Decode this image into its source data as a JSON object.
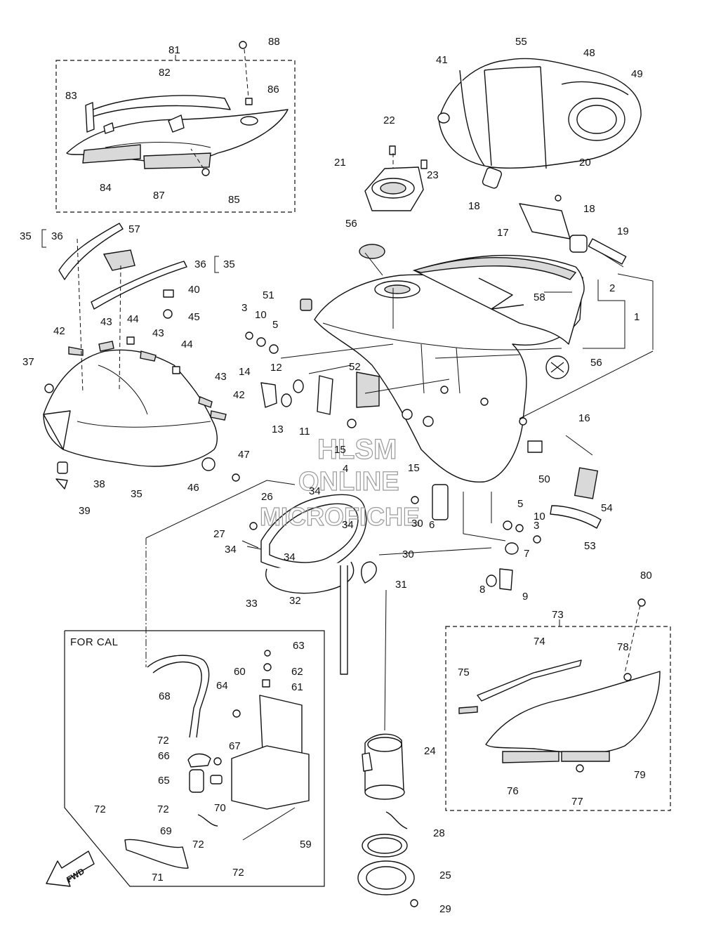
{
  "diagram": {
    "section_label": "FOR CAL",
    "direction_arrow": "FWD",
    "watermark": [
      "HLSM",
      "ONLINE",
      "MICROFICHE"
    ],
    "callouts": [
      {
        "id": "c1",
        "text": "1"
      },
      {
        "id": "c2",
        "text": "2"
      },
      {
        "id": "c3a",
        "text": "3"
      },
      {
        "id": "c3b",
        "text": "3"
      },
      {
        "id": "c4",
        "text": "4"
      },
      {
        "id": "c5a",
        "text": "5"
      },
      {
        "id": "c5b",
        "text": "5"
      },
      {
        "id": "c6",
        "text": "6"
      },
      {
        "id": "c7",
        "text": "7"
      },
      {
        "id": "c8",
        "text": "8"
      },
      {
        "id": "c9",
        "text": "9"
      },
      {
        "id": "c10a",
        "text": "10"
      },
      {
        "id": "c10b",
        "text": "10"
      },
      {
        "id": "c11",
        "text": "11"
      },
      {
        "id": "c12",
        "text": "12"
      },
      {
        "id": "c13",
        "text": "13"
      },
      {
        "id": "c14",
        "text": "14"
      },
      {
        "id": "c15a",
        "text": "15"
      },
      {
        "id": "c15b",
        "text": "15"
      },
      {
        "id": "c16",
        "text": "16"
      },
      {
        "id": "c17",
        "text": "17"
      },
      {
        "id": "c18a",
        "text": "18"
      },
      {
        "id": "c18b",
        "text": "18"
      },
      {
        "id": "c19",
        "text": "19"
      },
      {
        "id": "c20",
        "text": "20"
      },
      {
        "id": "c21",
        "text": "21"
      },
      {
        "id": "c22",
        "text": "22"
      },
      {
        "id": "c23",
        "text": "23"
      },
      {
        "id": "c24",
        "text": "24"
      },
      {
        "id": "c25",
        "text": "25"
      },
      {
        "id": "c26",
        "text": "26"
      },
      {
        "id": "c27",
        "text": "27"
      },
      {
        "id": "c28",
        "text": "28"
      },
      {
        "id": "c29",
        "text": "29"
      },
      {
        "id": "c30a",
        "text": "30"
      },
      {
        "id": "c30b",
        "text": "30"
      },
      {
        "id": "c31",
        "text": "31"
      },
      {
        "id": "c32",
        "text": "32"
      },
      {
        "id": "c33",
        "text": "33"
      },
      {
        "id": "c34a",
        "text": "34"
      },
      {
        "id": "c34b",
        "text": "34"
      },
      {
        "id": "c34c",
        "text": "34"
      },
      {
        "id": "c34d",
        "text": "34"
      },
      {
        "id": "c35a",
        "text": "35"
      },
      {
        "id": "c35b",
        "text": "35"
      },
      {
        "id": "c35c",
        "text": "35"
      },
      {
        "id": "c36a",
        "text": "36"
      },
      {
        "id": "c36b",
        "text": "36"
      },
      {
        "id": "c37",
        "text": "37"
      },
      {
        "id": "c38",
        "text": "38"
      },
      {
        "id": "c39",
        "text": "39"
      },
      {
        "id": "c40",
        "text": "40"
      },
      {
        "id": "c41",
        "text": "41"
      },
      {
        "id": "c42a",
        "text": "42"
      },
      {
        "id": "c42b",
        "text": "42"
      },
      {
        "id": "c43a",
        "text": "43"
      },
      {
        "id": "c43b",
        "text": "43"
      },
      {
        "id": "c43c",
        "text": "43"
      },
      {
        "id": "c44a",
        "text": "44"
      },
      {
        "id": "c44b",
        "text": "44"
      },
      {
        "id": "c45",
        "text": "45"
      },
      {
        "id": "c46",
        "text": "46"
      },
      {
        "id": "c47",
        "text": "47"
      },
      {
        "id": "c48",
        "text": "48"
      },
      {
        "id": "c49",
        "text": "49"
      },
      {
        "id": "c50",
        "text": "50"
      },
      {
        "id": "c51",
        "text": "51"
      },
      {
        "id": "c52",
        "text": "52"
      },
      {
        "id": "c53",
        "text": "53"
      },
      {
        "id": "c54",
        "text": "54"
      },
      {
        "id": "c55",
        "text": "55"
      },
      {
        "id": "c56a",
        "text": "56"
      },
      {
        "id": "c56b",
        "text": "56"
      },
      {
        "id": "c57",
        "text": "57"
      },
      {
        "id": "c58",
        "text": "58"
      },
      {
        "id": "c59",
        "text": "59"
      },
      {
        "id": "c60",
        "text": "60"
      },
      {
        "id": "c61",
        "text": "61"
      },
      {
        "id": "c62",
        "text": "62"
      },
      {
        "id": "c63",
        "text": "63"
      },
      {
        "id": "c64",
        "text": "64"
      },
      {
        "id": "c65",
        "text": "65"
      },
      {
        "id": "c66",
        "text": "66"
      },
      {
        "id": "c67",
        "text": "67"
      },
      {
        "id": "c68",
        "text": "68"
      },
      {
        "id": "c69",
        "text": "69"
      },
      {
        "id": "c70",
        "text": "70"
      },
      {
        "id": "c71",
        "text": "71"
      },
      {
        "id": "c72a",
        "text": "72"
      },
      {
        "id": "c72b",
        "text": "72"
      },
      {
        "id": "c72c",
        "text": "72"
      },
      {
        "id": "c72d",
        "text": "72"
      },
      {
        "id": "c72e",
        "text": "72"
      },
      {
        "id": "c73",
        "text": "73"
      },
      {
        "id": "c74",
        "text": "74"
      },
      {
        "id": "c75",
        "text": "75"
      },
      {
        "id": "c76",
        "text": "76"
      },
      {
        "id": "c77",
        "text": "77"
      },
      {
        "id": "c78",
        "text": "78"
      },
      {
        "id": "c79",
        "text": "79"
      },
      {
        "id": "c80",
        "text": "80"
      },
      {
        "id": "c81",
        "text": "81"
      },
      {
        "id": "c82",
        "text": "82"
      },
      {
        "id": "c83",
        "text": "83"
      },
      {
        "id": "c84",
        "text": "84"
      },
      {
        "id": "c85",
        "text": "85"
      },
      {
        "id": "c86",
        "text": "86"
      },
      {
        "id": "c87",
        "text": "87"
      },
      {
        "id": "c88",
        "text": "88"
      }
    ]
  }
}
